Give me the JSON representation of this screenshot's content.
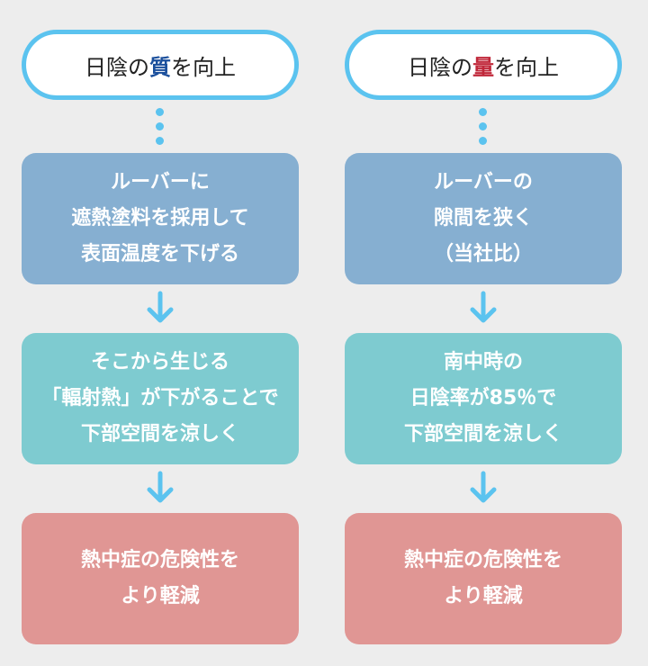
{
  "colors": {
    "background": "#ededed",
    "accent": "#5bc3ef",
    "box_1": "#86afd1",
    "box_2": "#7ecbd0",
    "box_3": "#e09694",
    "quality_highlight": "#1a4f9c",
    "quantity_highlight": "#c0283a"
  },
  "left": {
    "title_pre": "日陰の",
    "title_key": "質",
    "title_post": "を向上",
    "step1": "ルーバーに\n遮熱塗料を採用して\n表面温度を下げる",
    "step2": "そこから生じる\n「輻射熱」が下がることで\n下部空間を涼しく",
    "step3": "熱中症の危険性を\nより軽減"
  },
  "right": {
    "title_pre": "日陰の",
    "title_key": "量",
    "title_post": "を向上",
    "step1": "ルーバーの\n隙間を狭く\n（当社比）",
    "step2": "南中時の\n日陰率が85％で\n下部空間を涼しく",
    "step3": "熱中症の危険性を\nより軽減"
  }
}
